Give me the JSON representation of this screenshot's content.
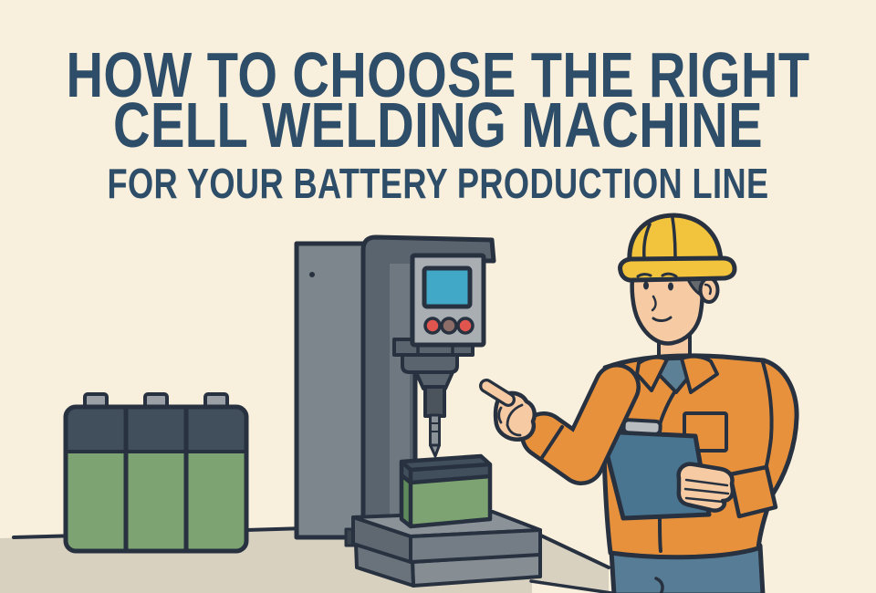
{
  "title": {
    "line1": "HOW TO CHOOSE THE RIGHT",
    "line2": "CELL WELDING MACHINE",
    "line3": "FOR YOUR BATTERY PRODUCTION LINE"
  },
  "scene": {
    "description": "Flat cartoon illustration: a worker in a yellow hard hat and orange jacket holds a blue clipboard and points at a cell spot-welding machine; a green battery cell sits under the electrode on the machine base and a three-cell green battery pack stands on the floor at left.",
    "objects": {
      "battery_pack": "three-cell battery pack",
      "welding_machine": "pedestal spot welding machine with display screen, three buttons and electrode",
      "workpiece": "green battery cell under electrode",
      "worker": "engineer with hard hat, clipboard, pointing hand"
    }
  },
  "colors": {
    "bg": "#f8efdc",
    "titleColor": "#2e4d68",
    "ink": "#27313f",
    "floor": "#d8d1c0",
    "plate": "#7d868d",
    "column": "#5a646e",
    "columnHi": "#6f7880",
    "panel": "#a9aeb3",
    "screen": "#42a8c7",
    "btnRed": "#e0564e",
    "btnBrown": "#8d6d67",
    "shaft": "#4b545d",
    "electrode": "#8b9298",
    "foot": "#39434e",
    "baseTop": "#8b9298",
    "baseFront": "#747d85",
    "baseSide": "#5f6871",
    "baseLowFront": "#868d93",
    "baseLowSide": "#6a737b",
    "cellGreen": "#7ca371",
    "cellGreenDark": "#5f8a5c",
    "cellNavy": "#414e5c",
    "terminal": "#9aa0a6",
    "hat": "#f2c33c",
    "skin": "#f6cba3",
    "hair": "#666a6e",
    "jacket": "#e8913c",
    "shirt": "#5c8096",
    "pants": "#567d95",
    "clipboard": "#4a7590",
    "clip": "#b9bdc0"
  }
}
